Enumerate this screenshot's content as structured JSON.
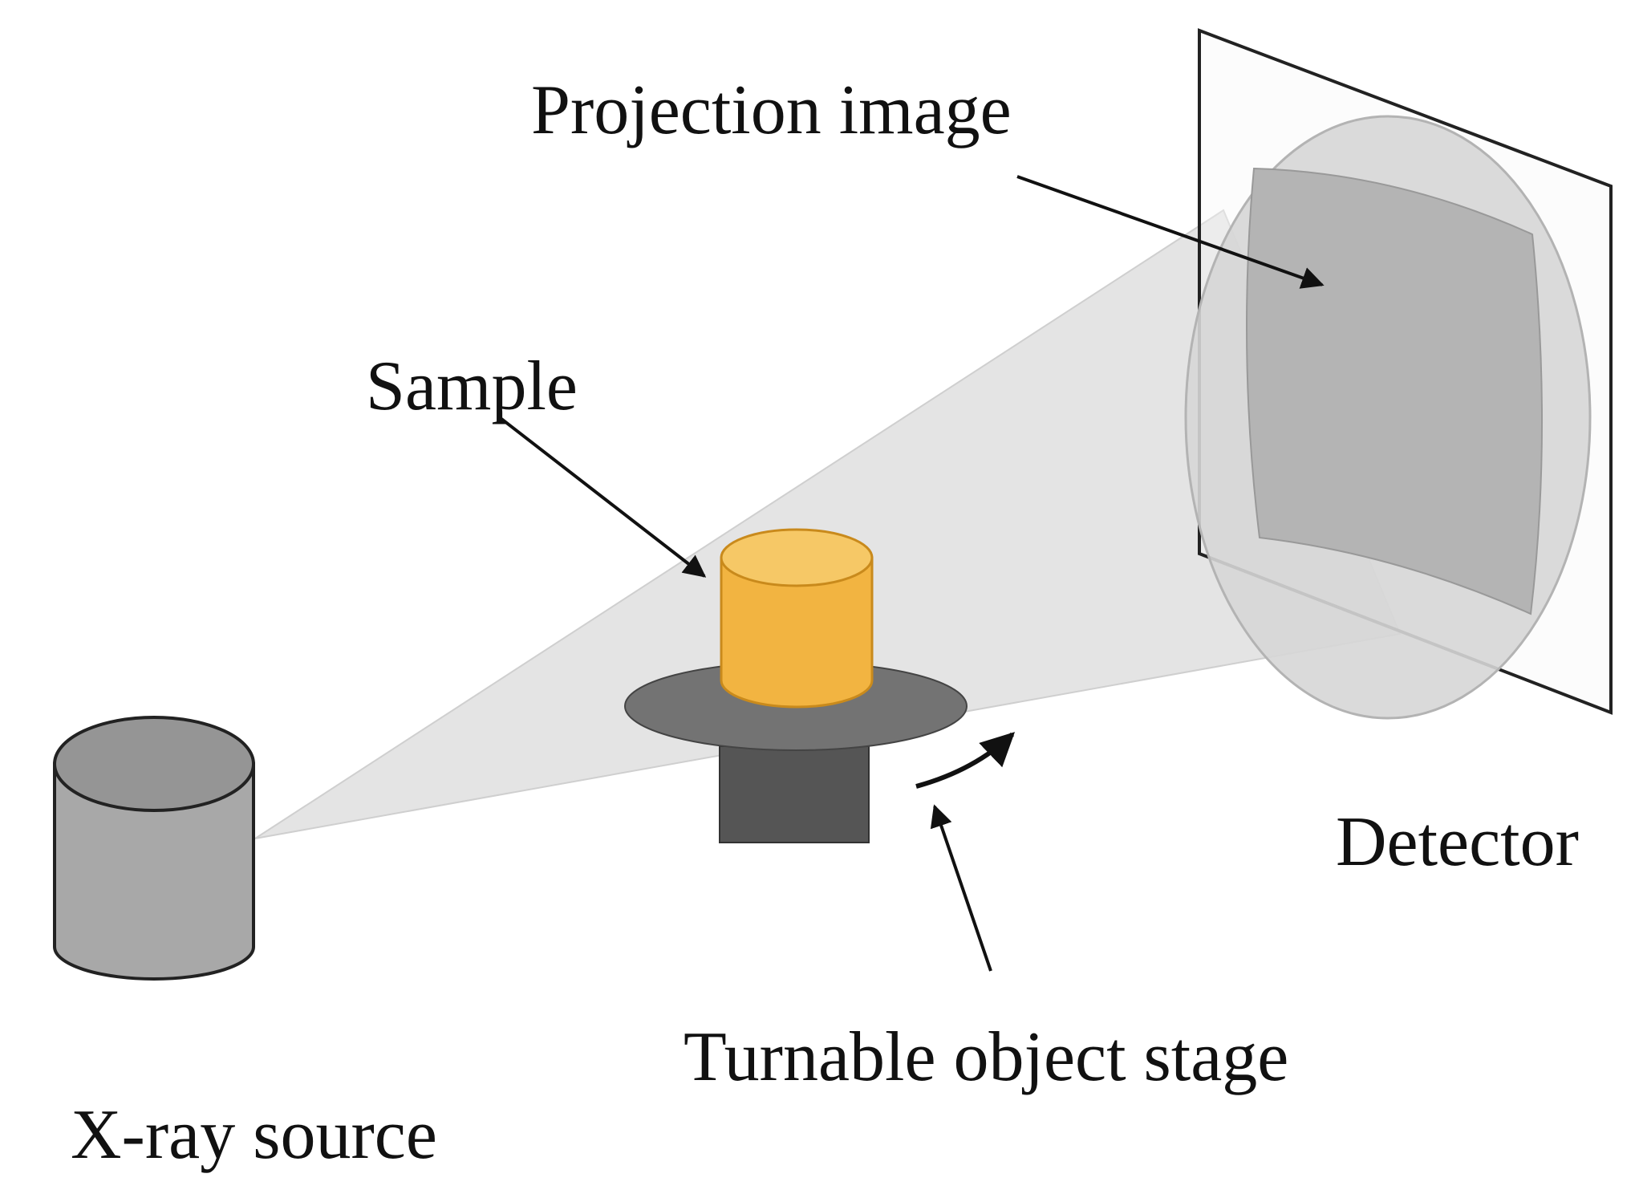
{
  "labels": {
    "projection_image": "Projection image",
    "sample": "Sample",
    "detector": "Detector",
    "turnable_stage": "Turnable object stage",
    "xray_source": "X-ray source"
  },
  "colors": {
    "beam": "#e4e4e4",
    "detector_circle": "#d6d6d6",
    "projection_image": "#b4b4b4",
    "source_body": "#a8a8a8",
    "source_top": "#959595",
    "stage_disk": "#737373",
    "stage_base": "#555555",
    "sample_body": "#f2b441",
    "sample_top": "#f6c866",
    "outline": "#222222",
    "text": "#111111"
  }
}
